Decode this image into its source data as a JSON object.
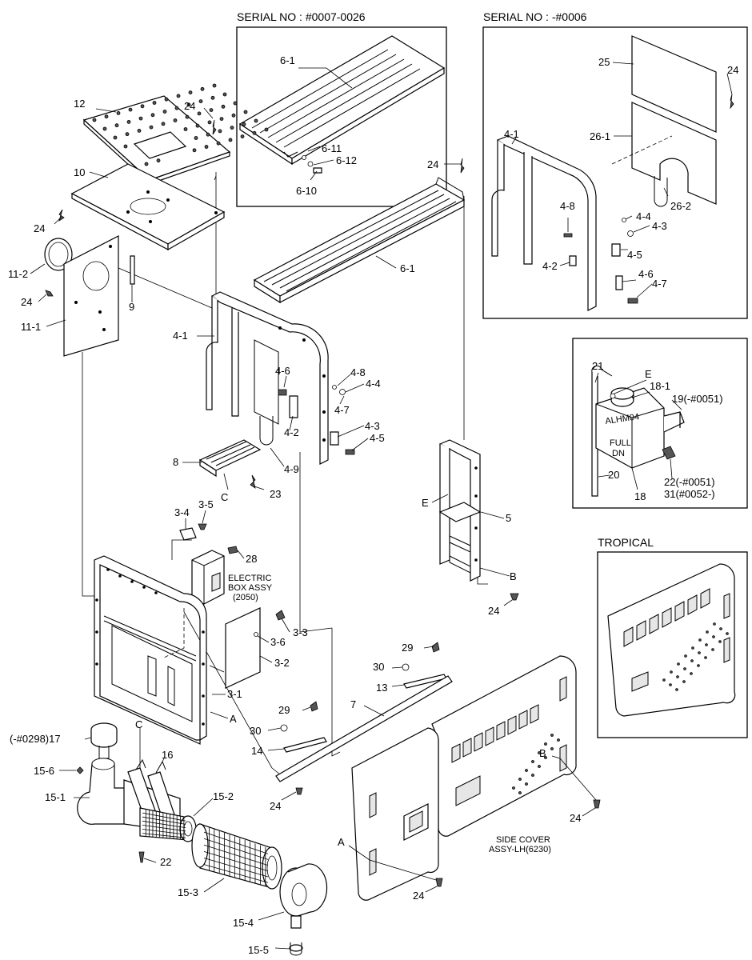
{
  "insets": {
    "serial_a": "SERIAL NO : #0007-0026",
    "serial_b": "SERIAL NO : -#0006",
    "tropical": "TROPICAL"
  },
  "notes": {
    "electric_box_1": "ELECTRIC",
    "electric_box_2": "BOX ASSY",
    "electric_box_3": "(2050)",
    "side_cover_1": "SIDE COVER",
    "side_cover_2": "ASSY-LH(6230)"
  },
  "callouts": {
    "c6_1a": "6-1",
    "c6_11": "6-11",
    "c6_12": "6-12",
    "c6_10": "6-10",
    "c25": "25",
    "c24_s2": "24",
    "c26_1": "26-1",
    "c4_1_s2": "4-1",
    "c26_2": "26-2",
    "c4_8_s2": "4-8",
    "c4_4_s2": "4-4",
    "c4_3_s2": "4-3",
    "c4_5_s2": "4-5",
    "c4_2_s2": "4-2",
    "c4_6_s2": "4-6",
    "c4_7_s2": "4-7",
    "c12": "12",
    "c24_12": "24",
    "c10": "10",
    "c24_10": "24",
    "c11_2": "11-2",
    "c24_11": "24",
    "c11_1": "11-1",
    "c9": "9",
    "c24_6": "24",
    "c6_1b": "6-1",
    "c4_1": "4-1",
    "c4_6": "4-6",
    "c4_8": "4-8",
    "c4_4": "4-4",
    "c4_7": "4-7",
    "c4_2": "4-2",
    "c4_3": "4-3",
    "c4_5": "4-5",
    "c4_9": "4-9",
    "c8": "8",
    "cC_8": "C",
    "c23": "23",
    "c3_4": "3-4",
    "c3_5": "3-5",
    "c28": "28",
    "c3_3": "3-3",
    "c3_6": "3-6",
    "c3_2": "3-2",
    "c3_1": "3-1",
    "cA_3": "A",
    "c21": "21",
    "cE_tank": "E",
    "c18_1": "18-1",
    "c19": "19(-#0051)",
    "c20": "20",
    "c18": "18",
    "c22_tank": "22(-#0051)",
    "c31": "31(#0052-)",
    "cE_5": "E",
    "c5": "5",
    "cB_5": "B",
    "c24_5": "24",
    "c29a": "29",
    "c30a": "30",
    "c13": "13",
    "c7": "7",
    "c29b": "29",
    "c30b": "30",
    "c14": "14",
    "c24_7": "24",
    "c17": "(-#0298)17",
    "cC_16": "C",
    "c16": "16",
    "c15_6": "15-6",
    "c15_1": "15-1",
    "c15_2": "15-2",
    "c22": "22",
    "c15_3": "15-3",
    "c15_4": "15-4",
    "c15_5": "15-5",
    "cA_cover": "A",
    "c24_cover": "24",
    "cB_cover": "B",
    "c24_b": "24"
  },
  "decals": {
    "tank_1": "ALHM04",
    "tank_2": "FULL",
    "tank_3": "DN"
  }
}
